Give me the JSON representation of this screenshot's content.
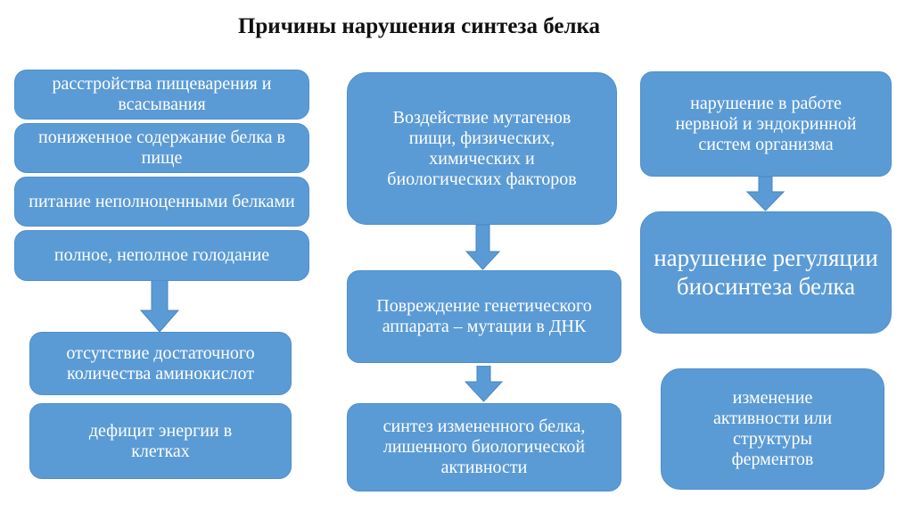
{
  "title": "Причины нарушения синтеза белка",
  "colors": {
    "box_fill": "#5b9bd5",
    "box_text": "#ffffff",
    "arrow_fill": "#5b9bd5",
    "title_text": "#111111"
  },
  "left_column": {
    "causes": [
      "расстройства пищеварения и всасывания",
      "пониженное содержание белка в пище",
      "питание неполноценными белками",
      "полное, неполное голодание"
    ],
    "arrow_icon": "arrow-down",
    "results": [
      "отсутствие достаточного количества аминокислот",
      "дефицит энергии в клетках"
    ]
  },
  "middle_column": {
    "cause": "Воздействие мутагенов пищи, физических, химических и биологических факторов",
    "effect": "Повреждение генетического аппарата – мутации в ДНК",
    "result": "синтез измененного белка, лишенного биологической активности"
  },
  "right_column": {
    "cause": "нарушение в работе нервной и эндокринной систем организма",
    "effect": "нарушение регуляции биосинтеза белка",
    "other": "изменение активности или структуры ферментов"
  }
}
